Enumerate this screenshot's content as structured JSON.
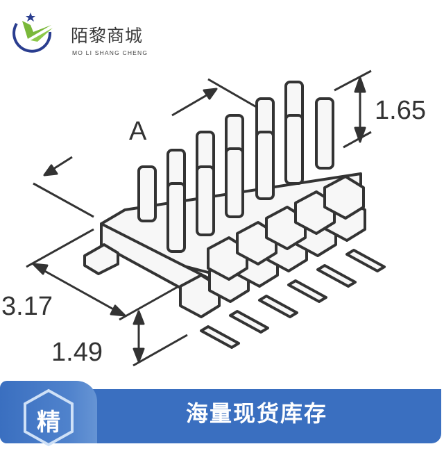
{
  "brand": {
    "name_cn": "陌黎商城",
    "name_en": "MO LI SHANG CHENG",
    "colors": {
      "green": "#7ab83a",
      "navy": "#2a3d8f"
    }
  },
  "drawing": {
    "subject": "dual-row right-angle pin header isometric drawing",
    "dimensions": {
      "a": "A",
      "pin_height": "1.65",
      "row_depth": "3.17",
      "base_height": "1.49"
    },
    "line_color": "#333333"
  },
  "banner": {
    "badge_char": "精",
    "text": "海量现货库存",
    "color": "#3a6fc0"
  }
}
